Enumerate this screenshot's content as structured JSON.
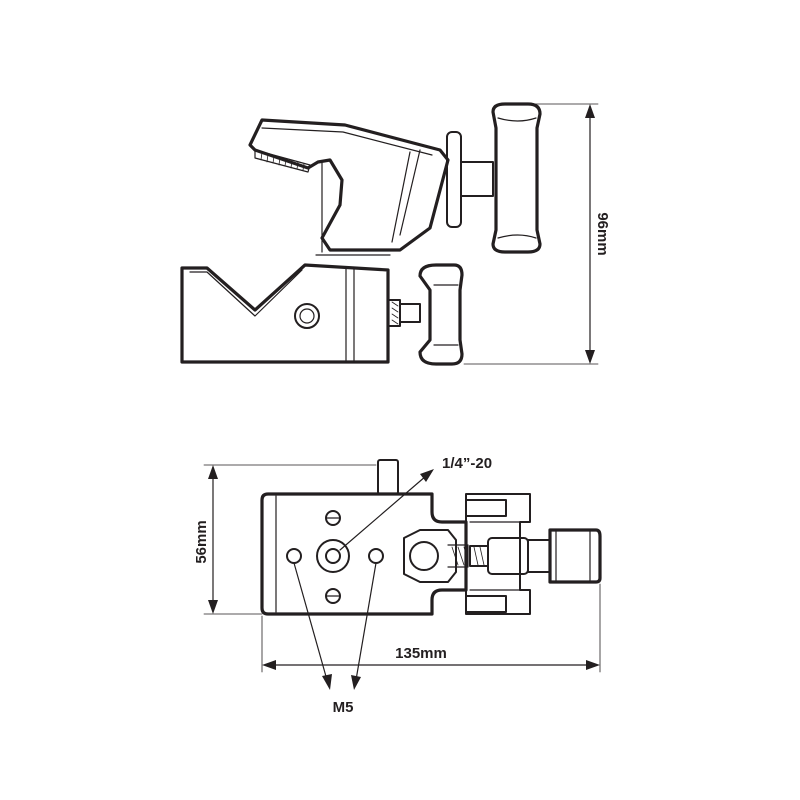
{
  "side_view": {
    "dim_height": "96mm"
  },
  "top_view": {
    "dim_height": "56mm",
    "dim_width": "135mm",
    "thread_callout": "1/4”-20",
    "screw_callout": "M5"
  }
}
